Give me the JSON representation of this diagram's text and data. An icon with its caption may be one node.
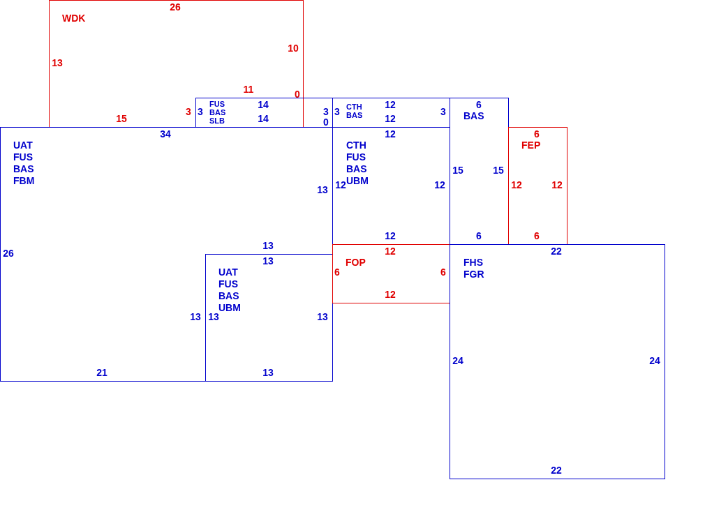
{
  "diagram": {
    "nodes": [
      {
        "text": [
          "WDK"
        ]
      },
      {
        "text": [
          "FUS BAS SLB"
        ]
      },
      {
        "text": [
          "CTH BAS"
        ]
      },
      {
        "text": [
          "BAS"
        ]
      },
      {
        "text": [
          "UAT FUS BAS FBM"
        ]
      },
      {
        "text": [
          "CTH FUS BAS UBM"
        ]
      },
      {
        "text": [
          "FEP"
        ]
      },
      {
        "text": [
          "UAT FUS BAS UBM"
        ],
        "in": 4
      },
      {
        "text": [
          "FOP"
        ]
      },
      {
        "text": [
          "FHS FGR"
        ]
      }
    ],
    "labels": [
      "26",
      "10",
      "13",
      "11",
      "0",
      "14",
      "12",
      "6",
      "15",
      "3",
      "3",
      "14",
      "3",
      "3",
      "12",
      "3",
      "0",
      "34",
      "12",
      "6",
      "15",
      "15",
      "12",
      "12",
      "12",
      "12",
      "13",
      "12",
      "6",
      "6",
      "26",
      "13",
      "13",
      "12",
      "22",
      "6",
      "6",
      "12",
      "13",
      "13",
      "13",
      "24",
      "24",
      "21",
      "13",
      "22"
    ]
  }
}
